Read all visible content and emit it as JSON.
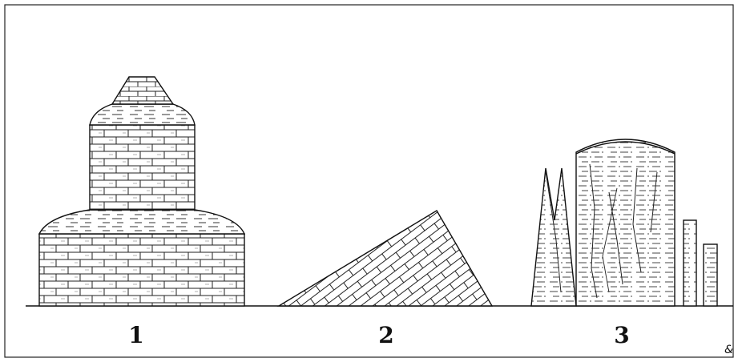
{
  "diagram": {
    "description_labels": [
      "1",
      "2",
      "3"
    ],
    "corner_mark": "&",
    "colors": {
      "ink": "#111111",
      "background": "#ffffff",
      "hatch": "#333333"
    }
  }
}
